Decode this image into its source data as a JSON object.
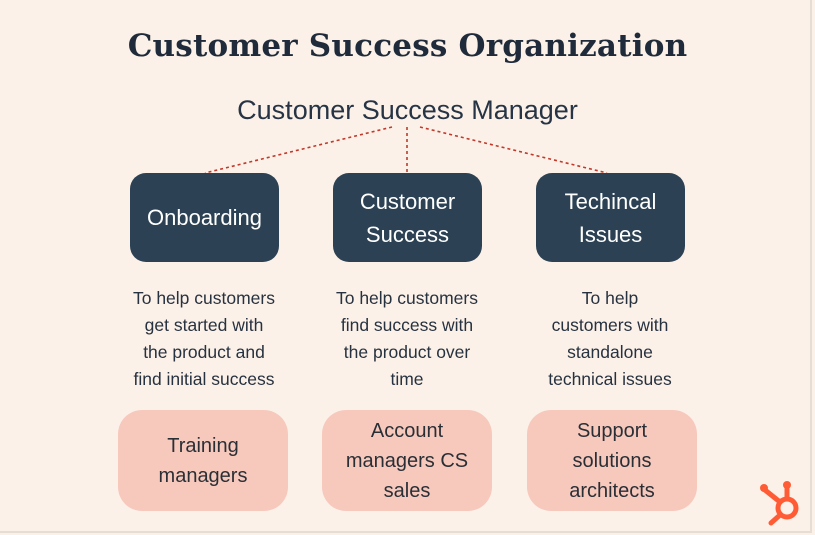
{
  "title": "Customer Success Organization",
  "manager": "Customer Success Manager",
  "colors": {
    "background": "#fcf1e8",
    "department_box": "#2c4254",
    "role_box": "#f7c9bd",
    "connector": "#c0392b",
    "logo": "#ff5c35"
  },
  "columns": [
    {
      "department": "Onboarding",
      "description": "To help customers\nget started with\nthe product and\nfind initial success",
      "role": "Training\nmanagers"
    },
    {
      "department": "Customer\nSuccess",
      "description": "To help customers\nfind success with\nthe product over\ntime",
      "role": "Account\nmanagers CS\nsales"
    },
    {
      "department": "Techincal\nIssues",
      "description": "To help\ncustomers with\nstandalone\ntechnical issues",
      "role": "Support\nsolutions\narchitects"
    }
  ],
  "logo_icon": "hubspot-sprocket-icon"
}
